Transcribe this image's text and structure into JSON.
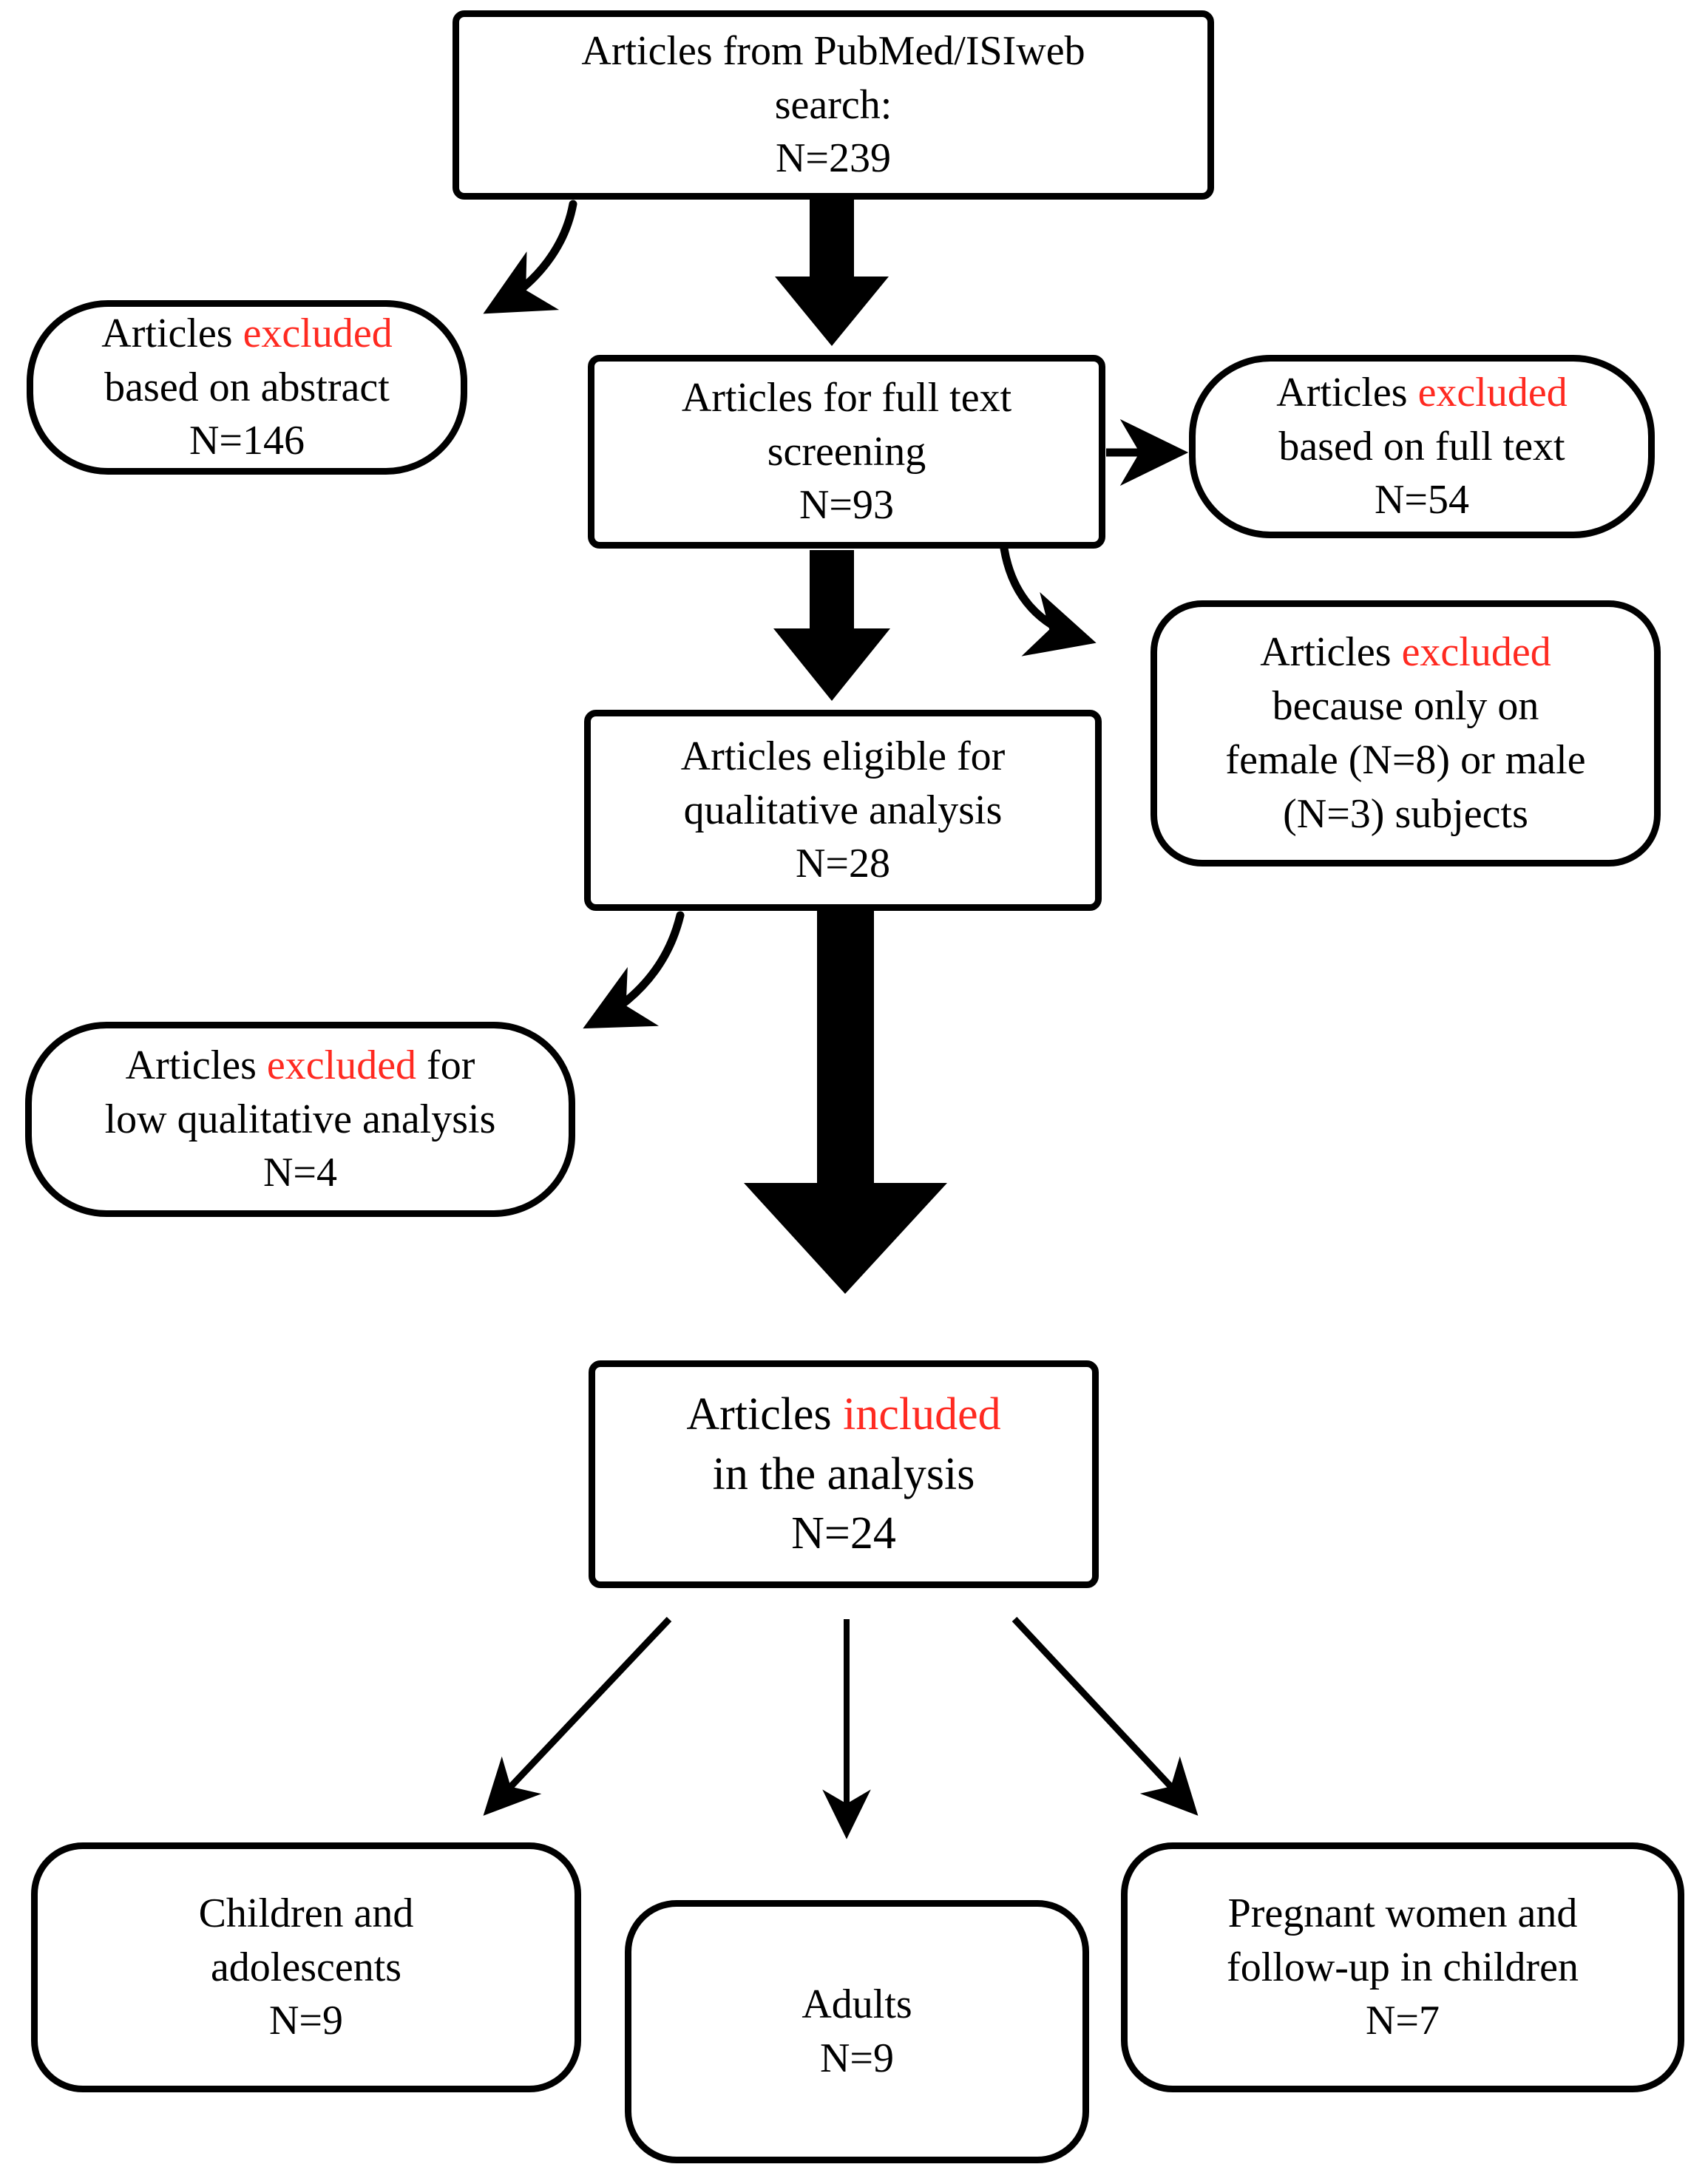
{
  "figure": {
    "type": "prisma-flow-diagram",
    "title": "Study selection flow diagram",
    "accent_red": "#ff2a21",
    "line_color": "#000000",
    "background": "#ffffff"
  },
  "nodes": {
    "search": {
      "id": "articles-from-search",
      "lines": [
        "Articles from PubMed/ISIweb",
        "search:",
        "N=239"
      ],
      "count": 239,
      "shape": "rounded-rect"
    },
    "excluded_abstract": {
      "id": "excluded-based-on-abstract",
      "lines_pre": [
        "Articles ",
        "based on abstract",
        "N=146"
      ],
      "line1_a": "Articles ",
      "line1_red": "excluded",
      "line1_b": "",
      "line2": "based on abstract",
      "line3": "N=146",
      "count": 146,
      "shape": "pill"
    },
    "fulltext": {
      "id": "articles-for-full-text-screening",
      "lines": [
        "Articles for full text",
        "screening",
        "N=93"
      ],
      "count": 93,
      "shape": "rounded-rect"
    },
    "excluded_fulltext": {
      "id": "excluded-based-on-full-text",
      "line1_a": "Articles ",
      "line1_red": "excluded",
      "line1_b": "",
      "line2": "based on full text",
      "line3": "N=54",
      "count": 54,
      "shape": "pill"
    },
    "excluded_sex": {
      "id": "excluded-only-female-or-male",
      "line1_a": "Articles ",
      "line1_red": "excluded",
      "line1_b": "",
      "line2": "because only on",
      "line3": "female (N=8) or male",
      "line4": "(N=3) subjects",
      "count_female": 8,
      "count_male": 3,
      "shape": "soft-rounded"
    },
    "eligible": {
      "id": "articles-eligible-qualitative",
      "lines": [
        "Articles eligible for",
        "qualitative analysis",
        "N=28"
      ],
      "count": 28,
      "shape": "rounded-rect"
    },
    "excluded_low_quality": {
      "id": "excluded-low-qualitative-analysis",
      "line1_a": "Articles ",
      "line1_red": "excluded",
      "line1_b": " for",
      "line2": "low qualitative analysis",
      "line3": "N=4",
      "count": 4,
      "shape": "pill"
    },
    "included": {
      "id": "articles-included-in-analysis",
      "line1_a": "Articles ",
      "line1_red": "included",
      "line1_b": "",
      "line2": "in the analysis",
      "line3": "N=24",
      "count": 24,
      "shape": "rounded-rect"
    },
    "children": {
      "id": "children-and-adolescents",
      "lines": [
        "Children and",
        "adolescents",
        "N=9"
      ],
      "count": 9,
      "shape": "soft-rounded"
    },
    "adults": {
      "id": "adults",
      "lines": [
        "Adults",
        "N=9"
      ],
      "count": 9,
      "shape": "soft-rounded"
    },
    "pregnant": {
      "id": "pregnant-women-follow-up",
      "lines": [
        "Pregnant women and",
        "follow-up in children",
        "N=7"
      ],
      "count": 7,
      "shape": "soft-rounded"
    }
  },
  "edges": [
    {
      "id": "search-to-excluded-abstract",
      "from": "search",
      "to": "excluded_abstract",
      "style": "thin-curved-arrow"
    },
    {
      "id": "search-to-fulltext",
      "from": "search",
      "to": "fulltext",
      "style": "thick-block-arrow"
    },
    {
      "id": "fulltext-to-excluded-fulltext",
      "from": "fulltext",
      "to": "excluded_fulltext",
      "style": "thin-straight-arrow"
    },
    {
      "id": "fulltext-to-excluded-sex",
      "from": "fulltext",
      "to": "excluded_sex",
      "style": "thin-curved-arrow"
    },
    {
      "id": "fulltext-to-eligible",
      "from": "fulltext",
      "to": "eligible",
      "style": "thick-block-arrow"
    },
    {
      "id": "eligible-to-excluded-low-quality",
      "from": "eligible",
      "to": "excluded_low_quality",
      "style": "thin-curved-arrow"
    },
    {
      "id": "eligible-to-included",
      "from": "eligible",
      "to": "included",
      "style": "thick-block-arrow"
    },
    {
      "id": "included-to-children",
      "from": "included",
      "to": "children",
      "style": "thin-straight-arrow"
    },
    {
      "id": "included-to-adults",
      "from": "included",
      "to": "adults",
      "style": "thin-straight-arrow"
    },
    {
      "id": "included-to-pregnant",
      "from": "included",
      "to": "pregnant",
      "style": "thin-straight-arrow"
    }
  ]
}
